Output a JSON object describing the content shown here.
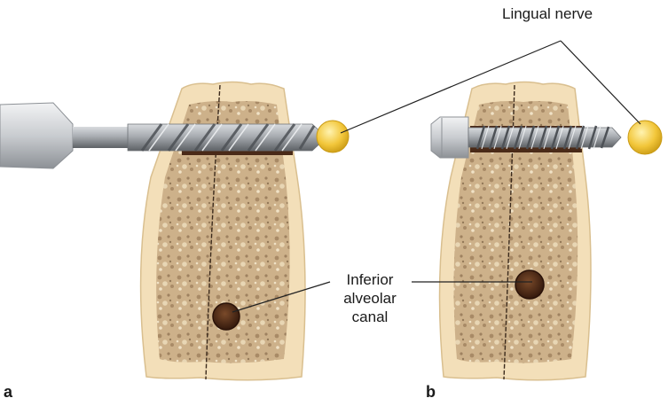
{
  "labels": {
    "lingual_nerve": "Lingual nerve",
    "inferior_alveolar_canal_line1": "Inferior",
    "inferior_alveolar_canal_line2": "alveolar",
    "inferior_alveolar_canal_line3": "canal",
    "panel_a": "a",
    "panel_b": "b"
  },
  "colors": {
    "bone_cortex": "#f3dfb9",
    "bone_cortex_edge": "#d9bf8f",
    "cancellous_bone": "#cdb18a",
    "trabecular_spots": "#8a6a48",
    "canal": "#4a2612",
    "drill_steel": "#a9adb2",
    "drill_dark": "#5e6266",
    "nerve": "#f2c63a",
    "nerve_edge": "#c99a14",
    "drill_channel": "#4a2a18",
    "leader_line": "#222222"
  },
  "icons": {
    "drill": "twist-drill-bit",
    "screw": "bicortical-screw",
    "nerve": "lingual-nerve-cross-section",
    "canal": "inferior-alveolar-canal"
  }
}
